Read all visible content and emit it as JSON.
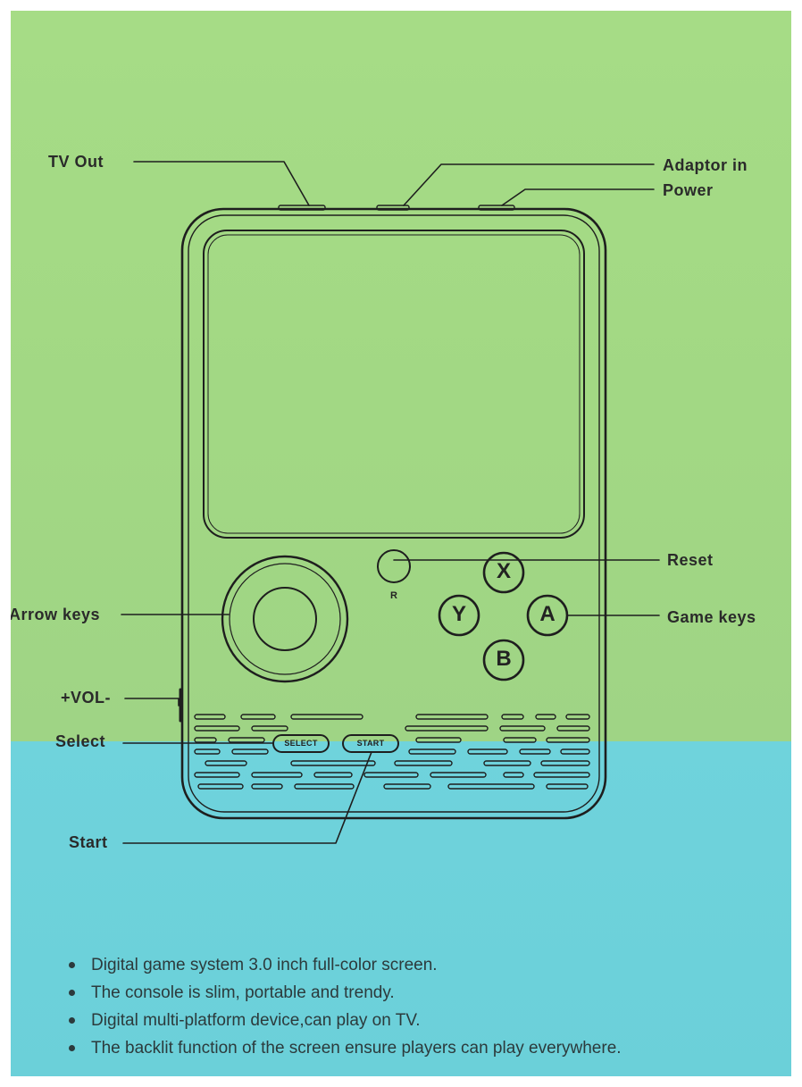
{
  "labels": {
    "tv_out": "TV Out",
    "adaptor_in": "Adaptor in",
    "power": "Power",
    "reset": "Reset",
    "arrow_keys": "Arrow keys",
    "game_keys": "Game keys",
    "vol": "+VOL-",
    "select": "Select",
    "start": "Start"
  },
  "buttons": {
    "x": "X",
    "y": "Y",
    "a": "A",
    "b": "B",
    "reset_mark": "R",
    "select": "SELECT",
    "start": "START"
  },
  "features": [
    "Digital game system 3.0 inch full-color screen.",
    "The console is slim, portable and trendy.",
    "Digital multi-platform device,can play on TV.",
    "The backlit function of the screen ensure players can play everywhere."
  ],
  "colors": {
    "top_panel": "#a4da85",
    "bottom_panel": "#6dd1da",
    "line_art": "#1e1e1e"
  }
}
